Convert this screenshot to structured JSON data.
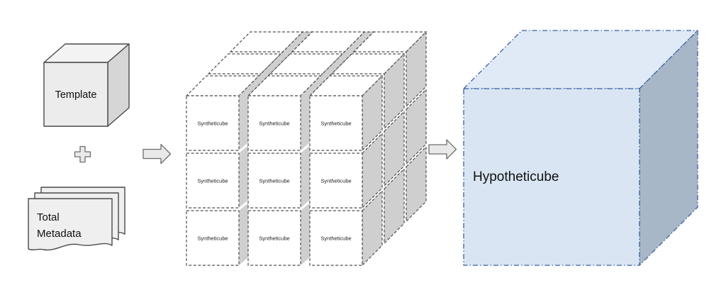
{
  "left": {
    "template_cube": {
      "label": "Template"
    },
    "metadata_stack": {
      "line1": "Total",
      "line2": "Metadata"
    }
  },
  "middle": {
    "cell_label": "Syntheticube",
    "visible_cell_count": 9
  },
  "right": {
    "hypotheticube": {
      "label": "Hypotheticube"
    }
  },
  "icons": {
    "plus": "+",
    "flow_arrow": "→"
  },
  "colors": {
    "outline_ink": "#4a4a4a",
    "cube_gray_front": "#ececec",
    "cube_gray_top": "#f3f3f3",
    "cube_gray_side": "#d6d6d6",
    "doc_fill": "#efefef",
    "arrow_fill": "#e9e9e9",
    "arrow_stroke": "#6e6e6e",
    "lattice_line": "#4f4f4f",
    "lattice_gray": "#cfcfcf",
    "hypo_front": "#d9e5f2",
    "hypo_top": "#dfeaf6",
    "hypo_side": "#a7b7c7",
    "hypo_border": "#3b5fa5"
  }
}
